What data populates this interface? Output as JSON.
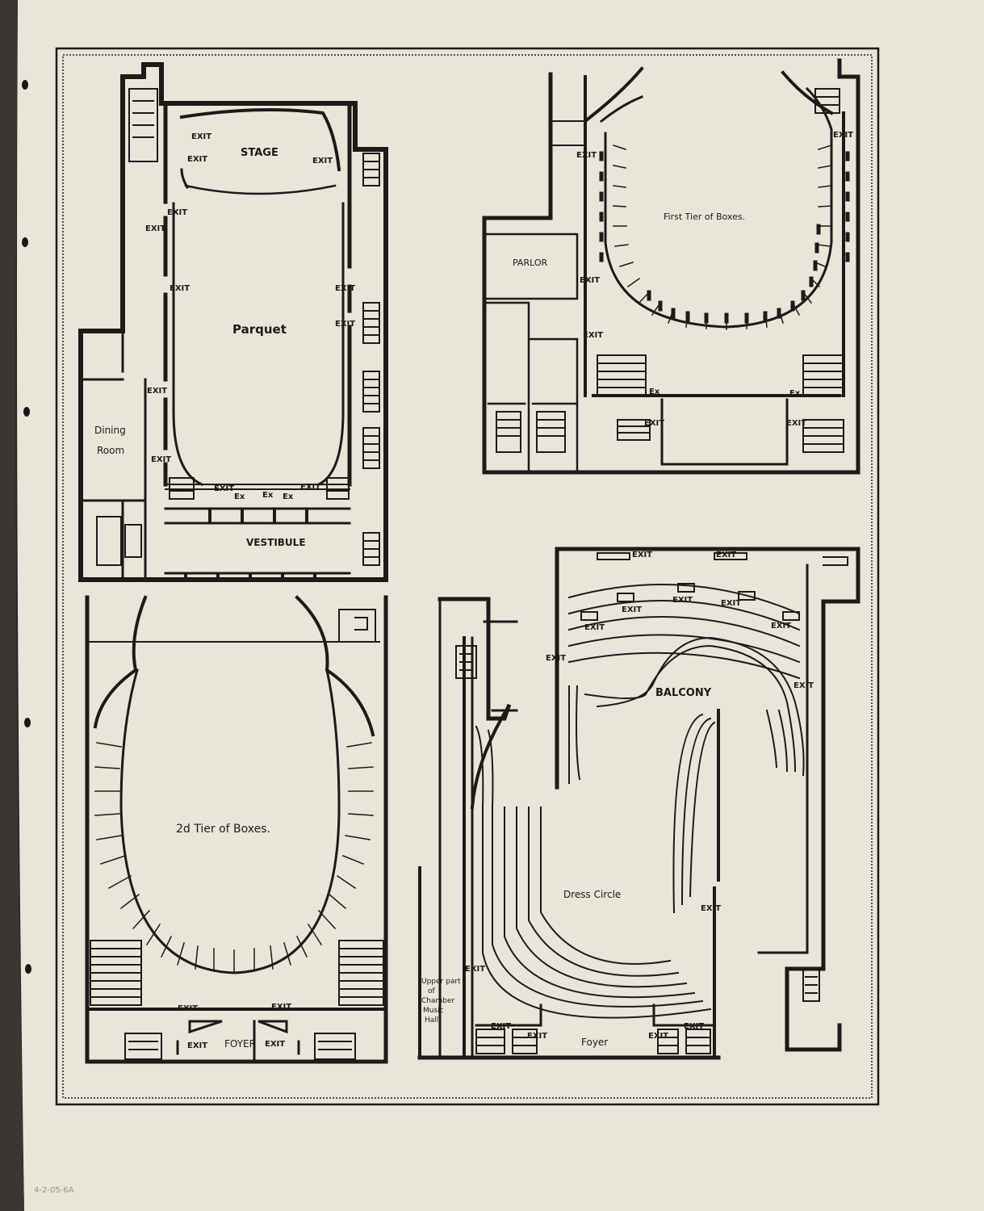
{
  "plans": {
    "parquet": {
      "stage": "STAGE",
      "parquet": "Parquet",
      "vestibule": "VESTIBULE",
      "dining_1": "Dining",
      "dining_2": "Room",
      "exit": "EXIT",
      "ex": "Ex"
    },
    "first_tier": {
      "title": "First Tier of Boxes.",
      "parlor": "PARLOR",
      "exit": "EXIT",
      "ex": "Ex"
    },
    "second_tier": {
      "title": "2d Tier of Boxes.",
      "foyer": "FOYER",
      "exit": "EXIT"
    },
    "balcony": {
      "balcony": "BALCONY",
      "dress_circle": "Dress Circle",
      "foyer": "Foyer",
      "exit": "EXIT",
      "note_1": "Upper part",
      "note_2": "of",
      "note_3": "Chamber",
      "note_4": "Music",
      "note_5": "Hall"
    }
  },
  "pencil_note": "4-2-05-6A",
  "colors": {
    "paper": "#e8e5d9",
    "ink": "#1d1b18",
    "background": "#2a2724"
  }
}
